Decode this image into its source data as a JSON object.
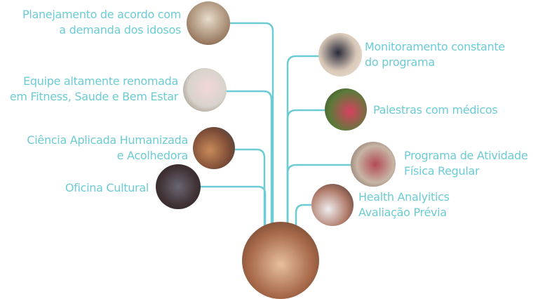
{
  "accent_color": "#6ccbd3",
  "left_items": [
    {
      "line1": "Planejamento de acordo com",
      "line2": "a demanda dos idosos",
      "photo": "group-exercise-photo"
    },
    {
      "line1": "Equipe altamente renomada",
      "line2": "em Fitness, Saude e Bem Estar",
      "photo": "trainer-exercise-photo"
    },
    {
      "line1": "Ciência Aplicada Humanizada",
      "line2": "e Acolhedora",
      "photo": "seniors-class-photo"
    },
    {
      "line1": "Oficina Cultural",
      "line2": "",
      "photo": "video-call-photo"
    }
  ],
  "right_items": [
    {
      "line1": "Monitoramento constante",
      "line2": "do programa",
      "photo": "man-arms-up-photo"
    },
    {
      "line1": "Palestras com médicos",
      "line2": "",
      "photo": "group-women-photo"
    },
    {
      "line1": "Programa de Atividade",
      "line2": "Física Regular",
      "photo": "dancing-seniors-photo"
    },
    {
      "line1": "Health Analyitics",
      "line2": "Avaliação Prévia",
      "photo": "outdoor-seniors-photo"
    }
  ],
  "center_photo": "trainer-assisting-senior-photo"
}
